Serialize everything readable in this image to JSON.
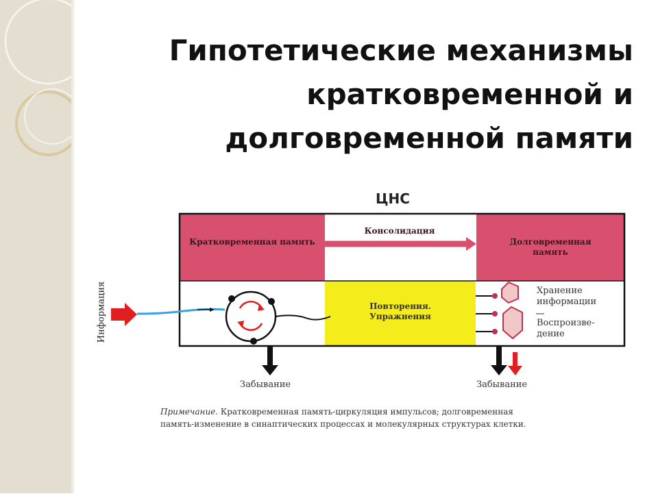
{
  "title": {
    "line1": "Гипотетические механизмы",
    "line2": "кратковременной и",
    "line3": "долговременной памяти"
  },
  "diagram": {
    "header": "ЦНС",
    "input_label": "Информация",
    "short_term": "Кратковременная память",
    "consolidation": "Консолидация",
    "long_term": "Долговременная память",
    "repetition": "Повторения. Упражнения",
    "storage": "Хранение информации",
    "retrieval": "Воспроизве-дение",
    "forgetting_left": "Забывание",
    "forgetting_right": "Забывание",
    "note_label": "Примечание.",
    "note_line1": "Кратковременная память-циркуляция импульсов; долговременная",
    "note_line2": "память-изменение в синаптических процессах и молекулярных структурах клетки."
  },
  "colors": {
    "memory_box": "#d9506f",
    "repetition_box": "#f5ec1c",
    "input_arrow": "#e02020",
    "nerve_line": "#3aa0e0",
    "retrieval_arrow": "#e02020"
  }
}
